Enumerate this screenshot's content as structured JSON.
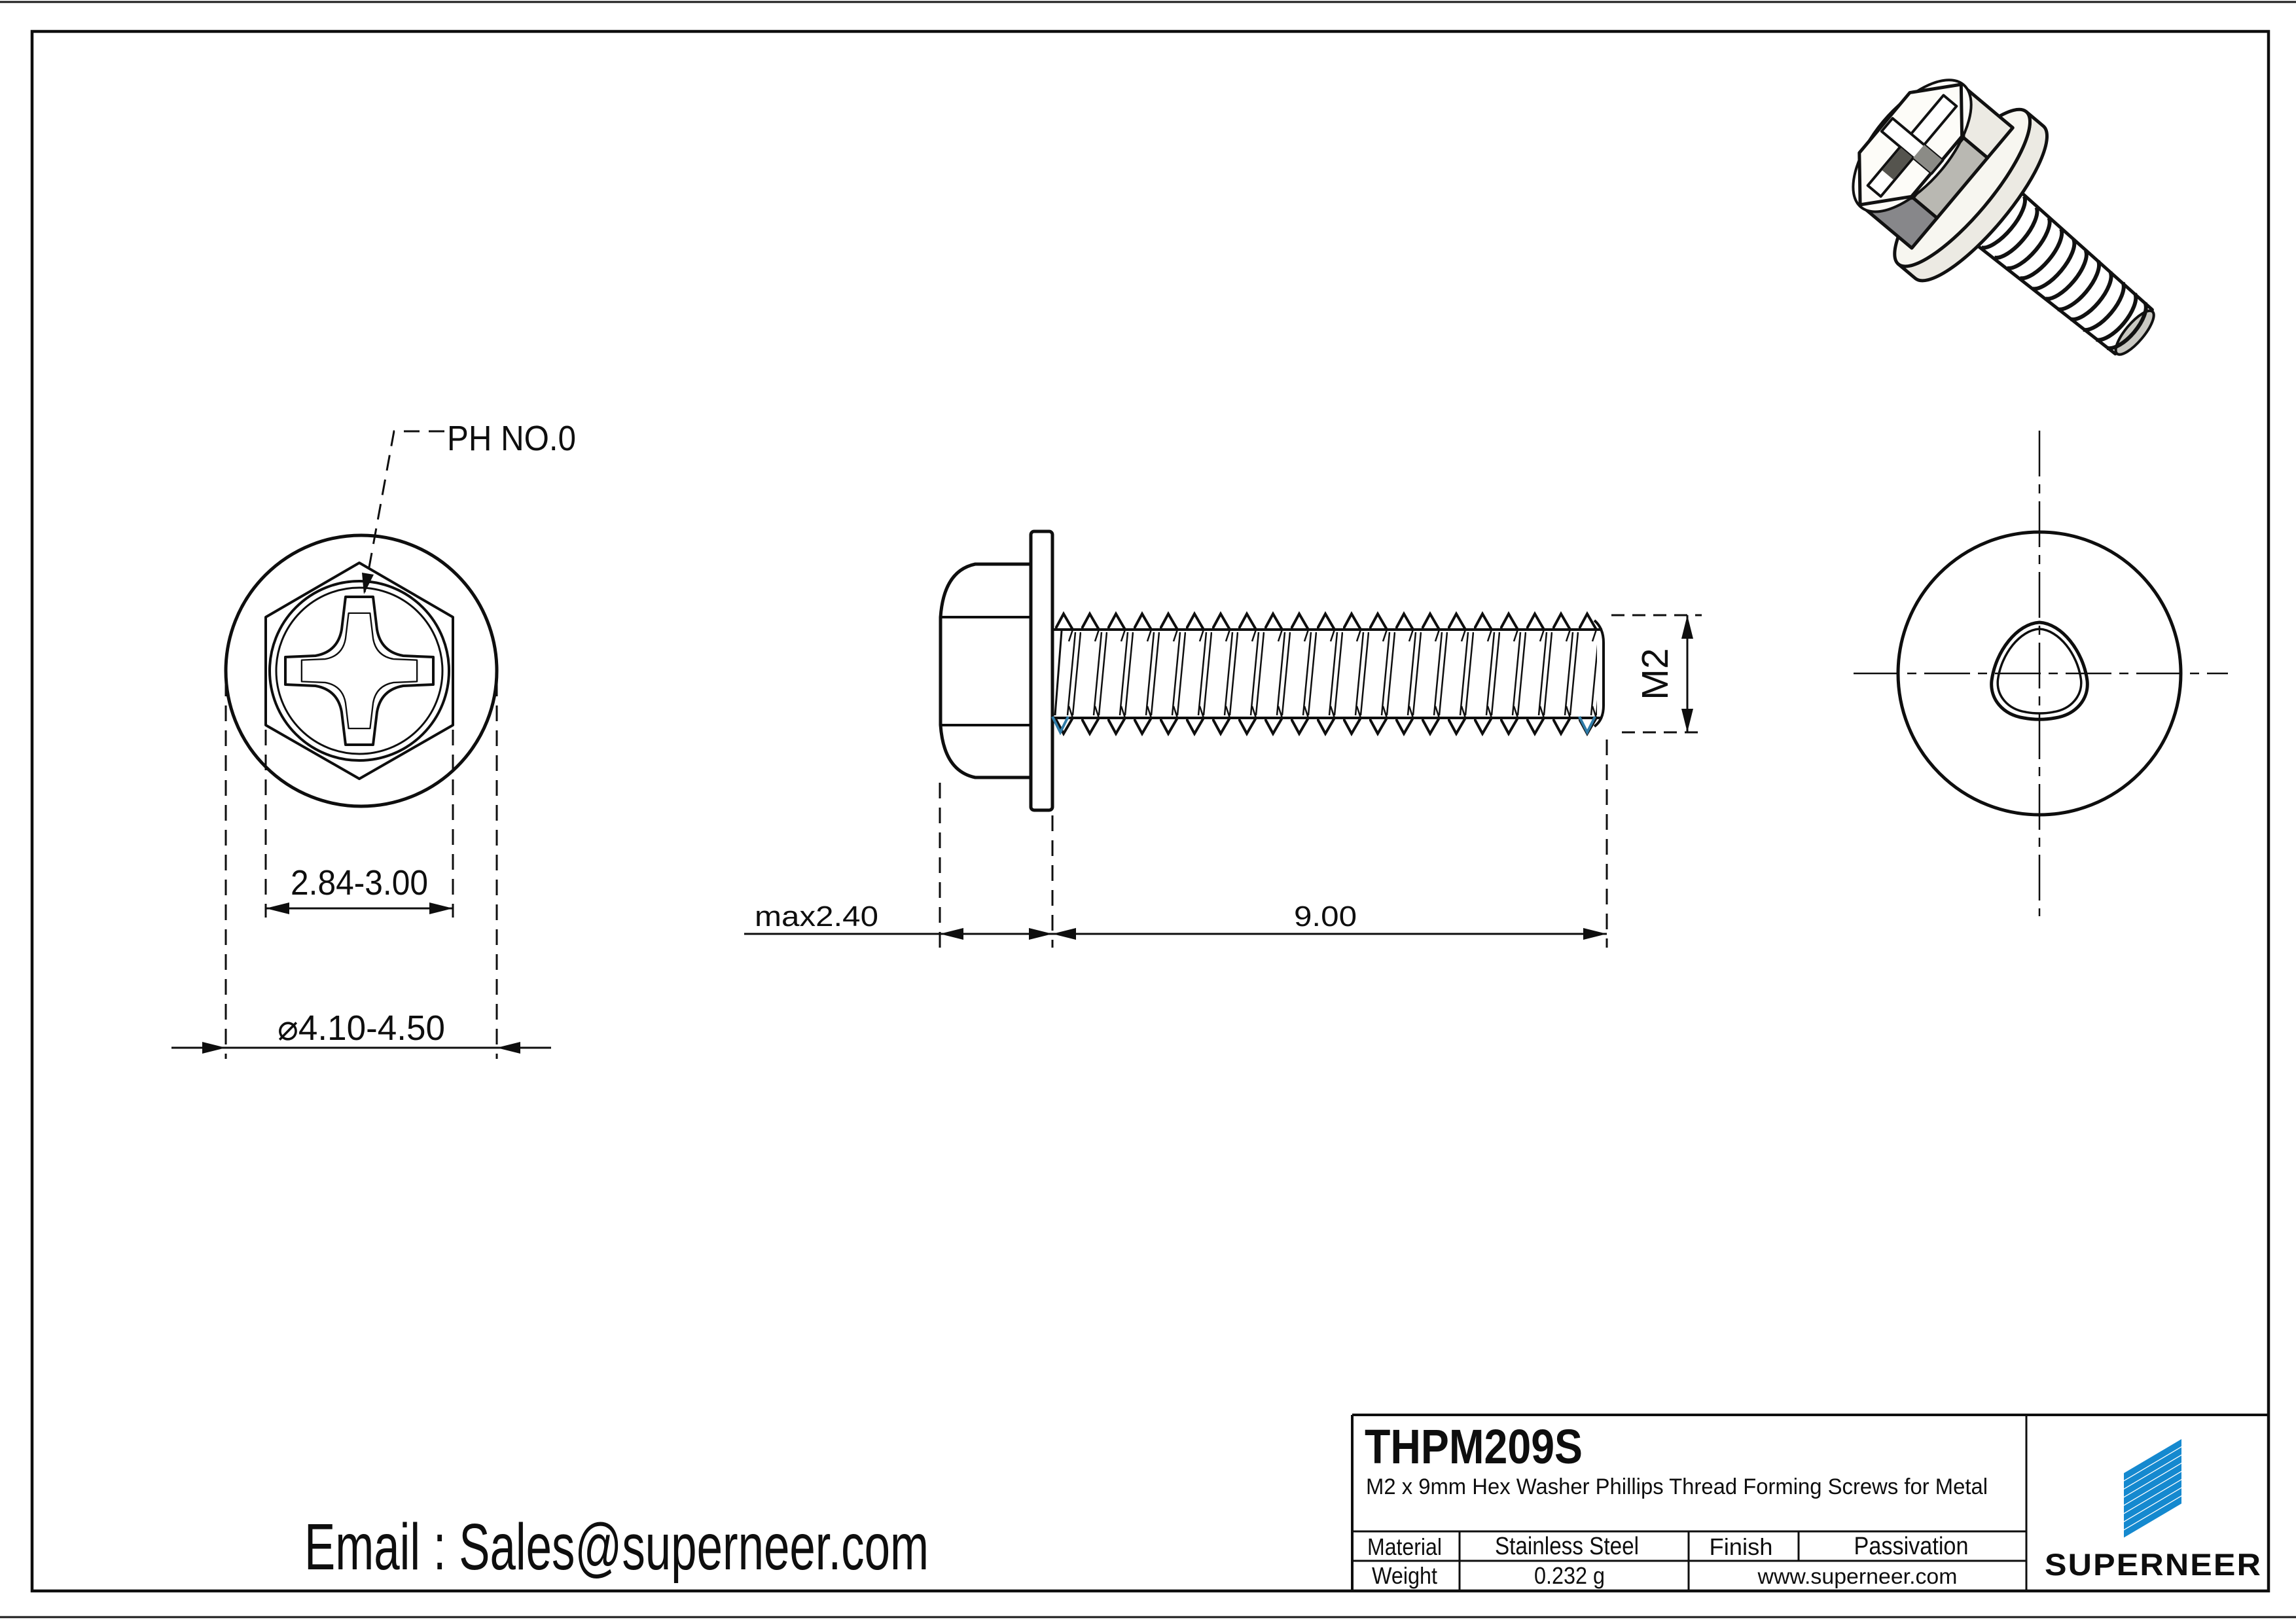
{
  "drawing": {
    "views": {
      "front": {
        "drive_label": "PH NO.0",
        "hex_width": "2.84-3.00",
        "washer_diameter": "⌀4.10-4.50"
      },
      "side": {
        "head_height": "max2.40",
        "thread_length": "9.00",
        "thread_size": "M2"
      }
    },
    "contact": {
      "email": "Email : Sales@superneer.com"
    },
    "title_block": {
      "part_number": "THPM209S",
      "description": "M2 x 9mm Hex Washer Phillips Thread Forming Screws for Metal",
      "material_label": "Material",
      "material_value": "Stainless Steel",
      "finish_label": "Finish",
      "finish_value": "Passivation",
      "weight_label": "Weight",
      "weight_value": "0.232 g",
      "website": "www.superneer.com",
      "brand": "SUPERNEER"
    },
    "colors": {
      "accent_blue": "#1589cf",
      "thread_mark_blue": "#2e7ba8"
    }
  }
}
